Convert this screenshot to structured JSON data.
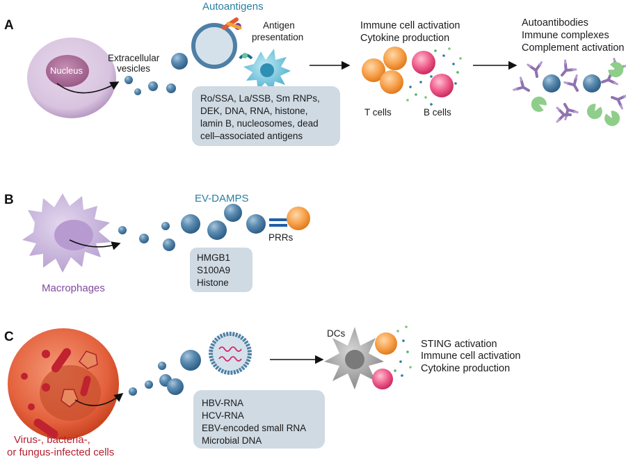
{
  "panels": {
    "a": {
      "label": "A",
      "title": "Autoantigens",
      "nucleus": "Nucleus",
      "ev_label": [
        "Extracellular",
        "vesicles"
      ],
      "antigen_presentation": [
        "Antigen",
        "presentation"
      ],
      "activation": [
        "Immune cell activation",
        "Cytokine production"
      ],
      "t_cells": "T cells",
      "b_cells": "B cells",
      "outcome": [
        "Autoantibodies",
        "Immune complexes",
        "Complement activation"
      ],
      "antigens": [
        "Ro/SSA, La/SSB, Sm RNPs,",
        "DEK, DNA, RNA, histone,",
        "lamin B, nucleosomes, dead",
        "cell–associated antigens"
      ]
    },
    "b": {
      "label": "B",
      "title": "EV-DAMPS",
      "cell_label": "Macrophages",
      "prrs": "PRRs",
      "damps": [
        "HMGB1",
        "S100A9",
        "Histone"
      ]
    },
    "c": {
      "label": "C",
      "dcs": "DCs",
      "outcome": [
        "STING activation",
        "Immune cell activation",
        "Cytokine production"
      ],
      "cell_label": [
        "Virus-, bacteria-,",
        "or fungus-infected cells"
      ],
      "cargo": [
        "HBV-RNA",
        "HCV-RNA",
        "EBV-encoded small RNA",
        "Microbial DNA"
      ]
    }
  },
  "colors": {
    "vesicle": "#4e7fa5",
    "t_cell": "#f39a3a",
    "b_cell": "#e8457a",
    "macrophage": "#c8b2dc",
    "infected_cell": "#e2583a",
    "dc": "#a9a9a9",
    "antibody": "#8f72b0",
    "complement": "#8fce8a",
    "teal_text": "#2a7ea0",
    "box": "#cfdae3"
  }
}
